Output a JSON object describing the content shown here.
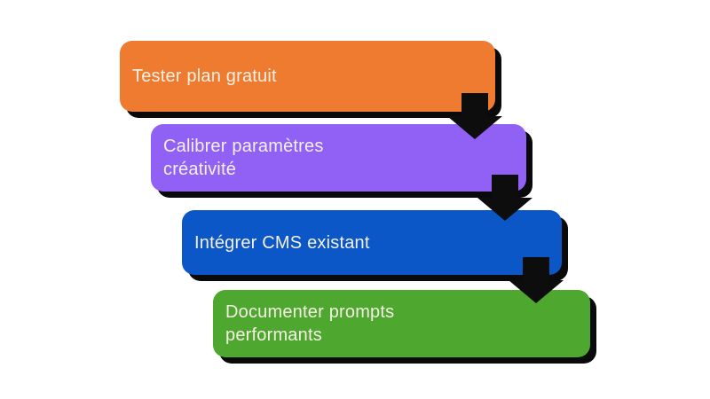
{
  "diagram": {
    "type": "stepped-process-flow",
    "background_color": "#ffffff",
    "text_color": "#f5f0e4",
    "arrow_color": "#0d0d0d",
    "shadow_color": "#0a0a0a",
    "steps": [
      {
        "label": "Tester plan gratuit",
        "color": "#ee7b30"
      },
      {
        "label": "Calibrer paramètres\ncréativité",
        "color": "#9161f6"
      },
      {
        "label": "Intégrer CMS existant",
        "color": "#0b57c8"
      },
      {
        "label": "Documenter prompts\nperformants",
        "color": "#4ea72e"
      }
    ]
  }
}
